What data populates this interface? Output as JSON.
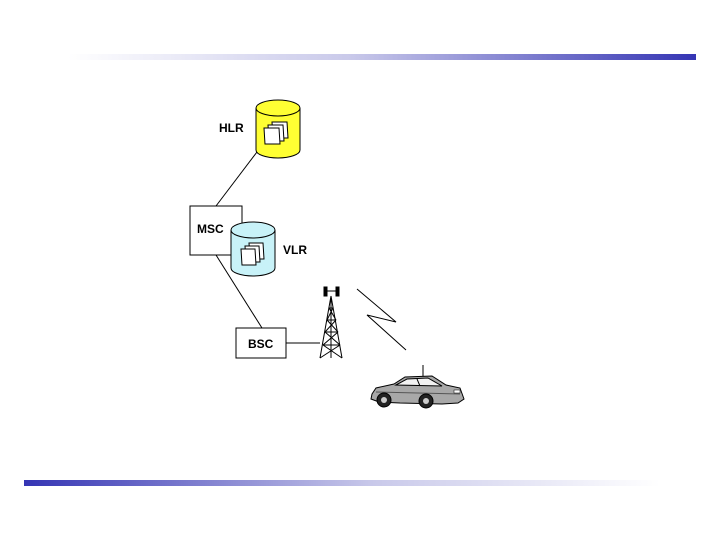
{
  "diagram": {
    "nodes": {
      "hlr": {
        "label": "HLR",
        "fill": "#FFFF33"
      },
      "msc": {
        "label": "MSC"
      },
      "vlr": {
        "label": "VLR",
        "fill": "#C8F2F8"
      },
      "bsc": {
        "label": "BSC"
      }
    },
    "icons": [
      "database-cylinder-icon",
      "radio-tower-icon",
      "lightning-bolt-icon",
      "car-icon"
    ],
    "colors": {
      "accent_bar": "#3D3DB8",
      "hlr_fill": "#FFFF33",
      "vlr_fill": "#C8F2F8",
      "car_body": "#A8A8A8"
    }
  }
}
